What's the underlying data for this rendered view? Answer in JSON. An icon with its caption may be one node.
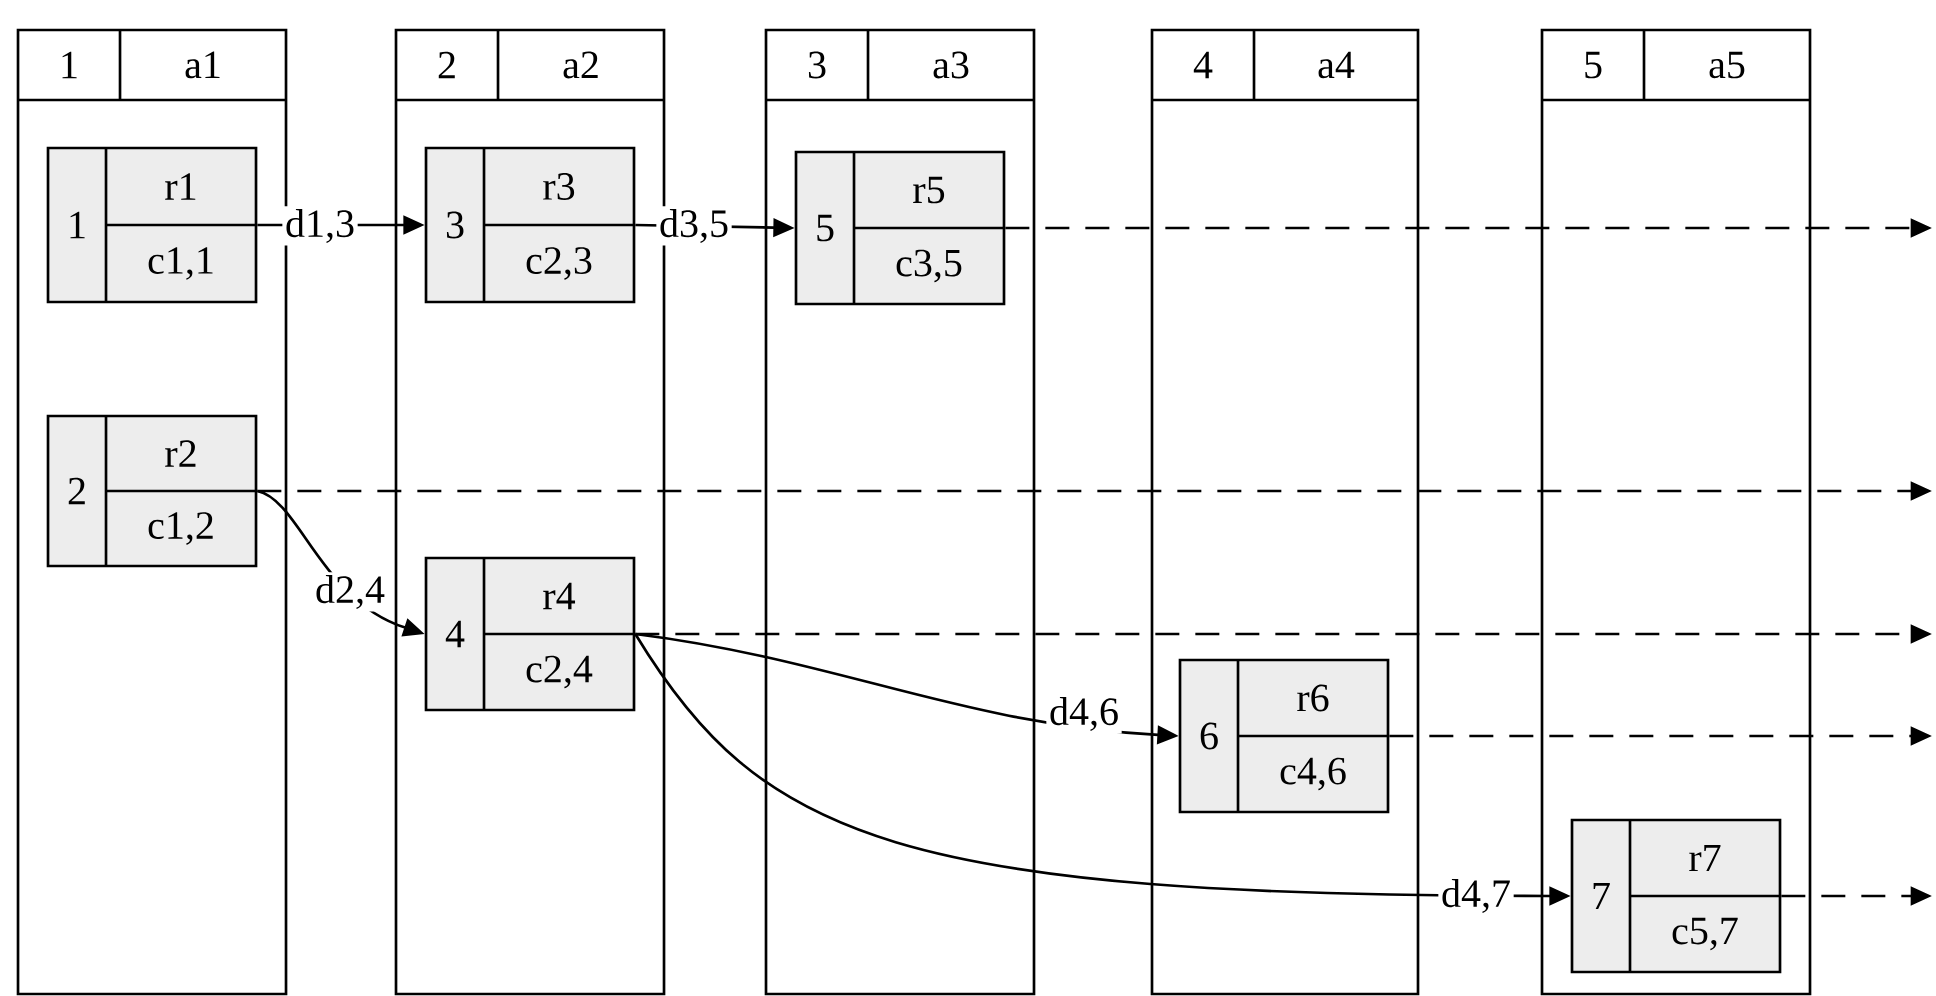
{
  "diagram": {
    "nodes": [
      {
        "text": [
          "1",
          "a1"
        ]
      },
      {
        "text": [
          "2",
          "a2"
        ]
      },
      {
        "text": [
          "3",
          "a3"
        ]
      },
      {
        "text": [
          "4",
          "a4"
        ]
      },
      {
        "text": [
          "5",
          "a5"
        ]
      },
      {
        "text": [
          "1",
          "r1",
          "c1,1"
        ],
        "in": 0
      },
      {
        "text": [
          "2",
          "r2",
          "c1,2"
        ],
        "in": 0
      },
      {
        "text": [
          "3",
          "r3",
          "c2,3"
        ],
        "in": 1
      },
      {
        "text": [
          "4",
          "r4",
          "c2,4"
        ],
        "in": 1
      },
      {
        "text": [
          "5",
          "r5",
          "c3,5"
        ],
        "in": 2
      },
      {
        "text": [
          "6",
          "r6",
          "c4,6"
        ],
        "in": 3
      },
      {
        "text": [
          "7",
          "r7",
          "c5,7"
        ],
        "in": 4
      }
    ],
    "edges": [
      {
        "from": 5,
        "to": 7,
        "arrow": "to",
        "label": "d1,3"
      },
      {
        "from": 7,
        "to": 9,
        "arrow": "to",
        "label": "d3,5"
      },
      {
        "from": 6,
        "to": 8,
        "arrow": "to",
        "label": "d2,4"
      },
      {
        "from": 8,
        "to": 10,
        "arrow": "to",
        "label": "d4,6"
      },
      {
        "from": 8,
        "to": 11,
        "arrow": "to",
        "label": "d4,7"
      },
      {
        "from": 9,
        "to": null,
        "arrow": "to",
        "style": "dashed"
      },
      {
        "from": 6,
        "to": null,
        "arrow": "to",
        "style": "dashed"
      },
      {
        "from": 8,
        "to": null,
        "arrow": "to",
        "style": "dashed"
      },
      {
        "from": 10,
        "to": null,
        "arrow": "to",
        "style": "dashed"
      },
      {
        "from": 11,
        "to": null,
        "arrow": "to",
        "style": "dashed"
      }
    ]
  }
}
